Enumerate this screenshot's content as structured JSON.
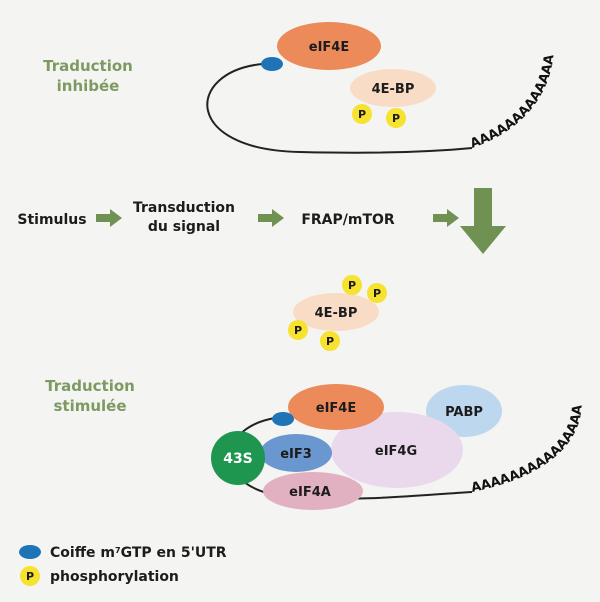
{
  "sections": {
    "inhibited": {
      "line1": "Traduction",
      "line2": "inhibée"
    },
    "stimulated": {
      "line1": "Traduction",
      "line2": "stimulée"
    }
  },
  "pathway": {
    "stimulus": "Stimulus",
    "transduction_line1": "Transduction",
    "transduction_line2": "du signal",
    "frap": "FRAP/mTOR"
  },
  "proteins": {
    "eif4e": "eIF4E",
    "fourebp": "4E-BP",
    "s43": "43S",
    "eif3": "eIF3",
    "eif4g": "eIF4G",
    "eif4a": "eIF4A",
    "pabp": "PABP",
    "p": "P"
  },
  "polyA": {
    "top": "AAAAAAAAAAAAA",
    "top_tail": "AAAAAA",
    "bottom": "AAAAAAAAAAA",
    "bottom_arc": "AAAAAAAAAAAAAAA"
  },
  "legend": {
    "cap_prefix": "Coiffe m",
    "cap_sup": "7",
    "cap_suffix": "GTP en 5'UTR",
    "phospho": "phosphorylation"
  },
  "colors": {
    "eif4e": "#ec8a5a",
    "fourebp": "#f9dcc6",
    "phospho": "#f6e22f",
    "cap": "#1f73b7",
    "arrow": "#6f9152",
    "s43": "#1e9650",
    "eif3": "#6a97cf",
    "eif4g": "#ead8ec",
    "eif4a": "#e2b1c1",
    "pabp": "#bcd7ee",
    "section_text": "#7d9a62"
  }
}
